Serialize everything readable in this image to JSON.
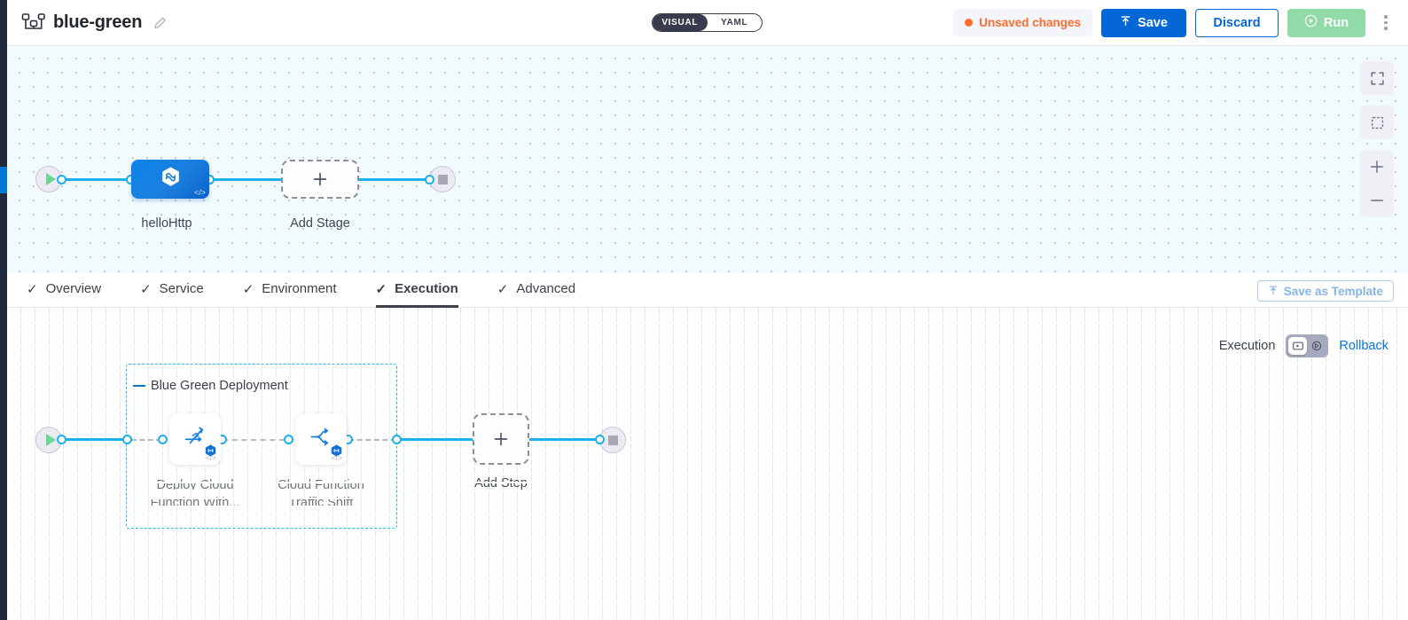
{
  "header": {
    "pipeline_icon": "pipeline-nodes-icon",
    "title": "blue-green",
    "edit_icon": "pencil-icon",
    "mode_toggle": {
      "visual": "VISUAL",
      "yaml": "YAML",
      "active": "VISUAL"
    },
    "unsaved_label": "Unsaved changes",
    "save_label": "Save",
    "discard_label": "Discard",
    "run_label": "Run",
    "kebab_icon": "more-vertical-icon",
    "accent_blue": "#0567d5",
    "accent_orange": "#ff6b2c",
    "accent_green": "#92dba8"
  },
  "top_canvas": {
    "start_icon": "play-icon",
    "end_icon": "stop-icon",
    "stage": {
      "label": "helloHttp",
      "icon": "cloud-function-hex-icon",
      "code_badge": "code-icon"
    },
    "add_stage": {
      "label": "Add Stage",
      "icon": "plus-icon"
    },
    "controls": [
      {
        "name": "fullscreen-icon"
      },
      {
        "name": "select-area-icon"
      },
      {
        "name": "zoom-in-icon"
      },
      {
        "name": "zoom-out-icon"
      }
    ]
  },
  "tabs": {
    "items": [
      {
        "label": "Overview",
        "active": false,
        "checked": true
      },
      {
        "label": "Service",
        "active": false,
        "checked": true
      },
      {
        "label": "Environment",
        "active": false,
        "checked": true
      },
      {
        "label": "Execution",
        "active": true,
        "checked": true
      },
      {
        "label": "Advanced",
        "active": false,
        "checked": true
      }
    ],
    "save_as_template": "Save as Template",
    "save_as_template_icon": "upload-icon"
  },
  "execution": {
    "label": "Execution",
    "toggle_left_icon": "execution-view-icon",
    "toggle_right_icon": "rollback-view-icon",
    "toggle_active": "left",
    "rollback_label": "Rollback"
  },
  "bottom_canvas": {
    "start_icon": "play-icon",
    "end_icon": "stop-icon",
    "group": {
      "title": "Blue Green Deployment",
      "steps": [
        {
          "label": "Deploy Cloud\nFunction With...",
          "icon": "deploy-cloud-function-icon",
          "badge": "step-hex-badge",
          "code_badge": "code-icon"
        },
        {
          "label": "Cloud Function\nTraffic Shift",
          "icon": "traffic-shift-icon",
          "badge": "step-hex-badge",
          "code_badge": "code-icon"
        }
      ]
    },
    "add_step": {
      "label": "Add Step",
      "icon": "plus-icon"
    }
  }
}
